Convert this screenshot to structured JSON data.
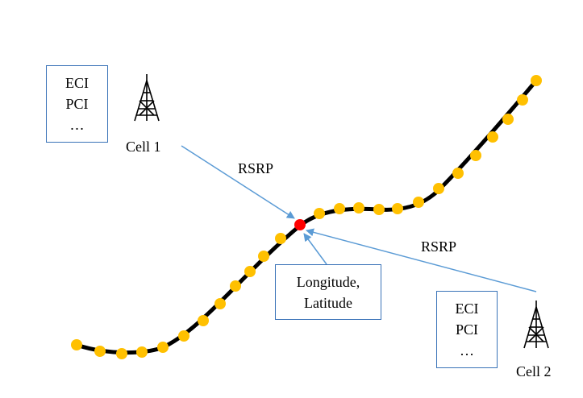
{
  "cells": [
    {
      "label": "Cell 1",
      "info_lines": [
        "ECI",
        "PCI",
        "…"
      ],
      "icon": "antenna-tower-icon"
    },
    {
      "label": "Cell 2",
      "info_lines": [
        "ECI",
        "PCI",
        "…"
      ],
      "icon": "antenna-tower-icon"
    }
  ],
  "signal_labels": [
    "RSRP",
    "RSRP"
  ],
  "position_box": {
    "line1": "Longitude,",
    "line2": "Latitude"
  },
  "colors": {
    "arrow": "#5b9bd5",
    "box_border": "#3a73b8",
    "track": "#000000",
    "sample_point": "#ffc000",
    "current_point": "#ff0000"
  }
}
